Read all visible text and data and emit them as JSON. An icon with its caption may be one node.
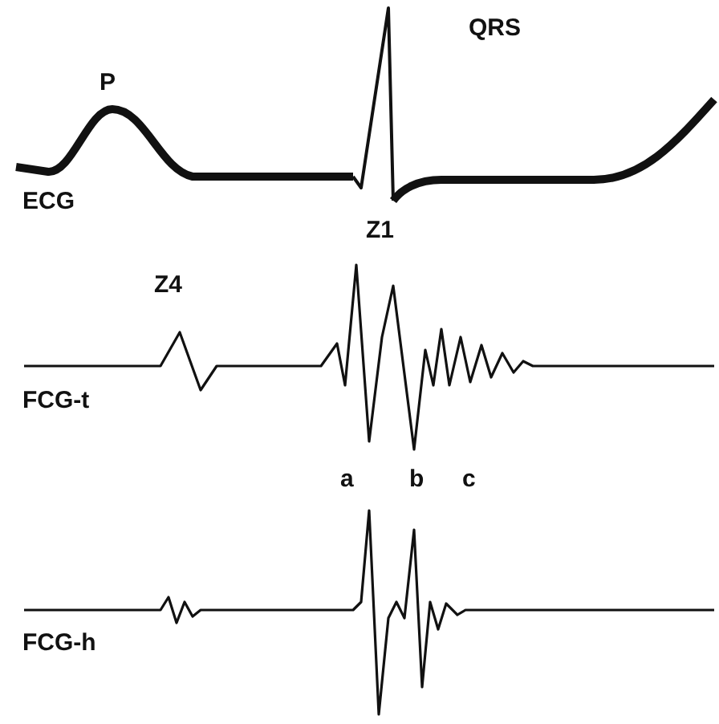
{
  "diagram": {
    "labels": [
      "P",
      "QRS",
      "ECG",
      "Z1",
      "Z4",
      "FCG-t",
      "a",
      "b",
      "c",
      "FCG-h"
    ]
  }
}
